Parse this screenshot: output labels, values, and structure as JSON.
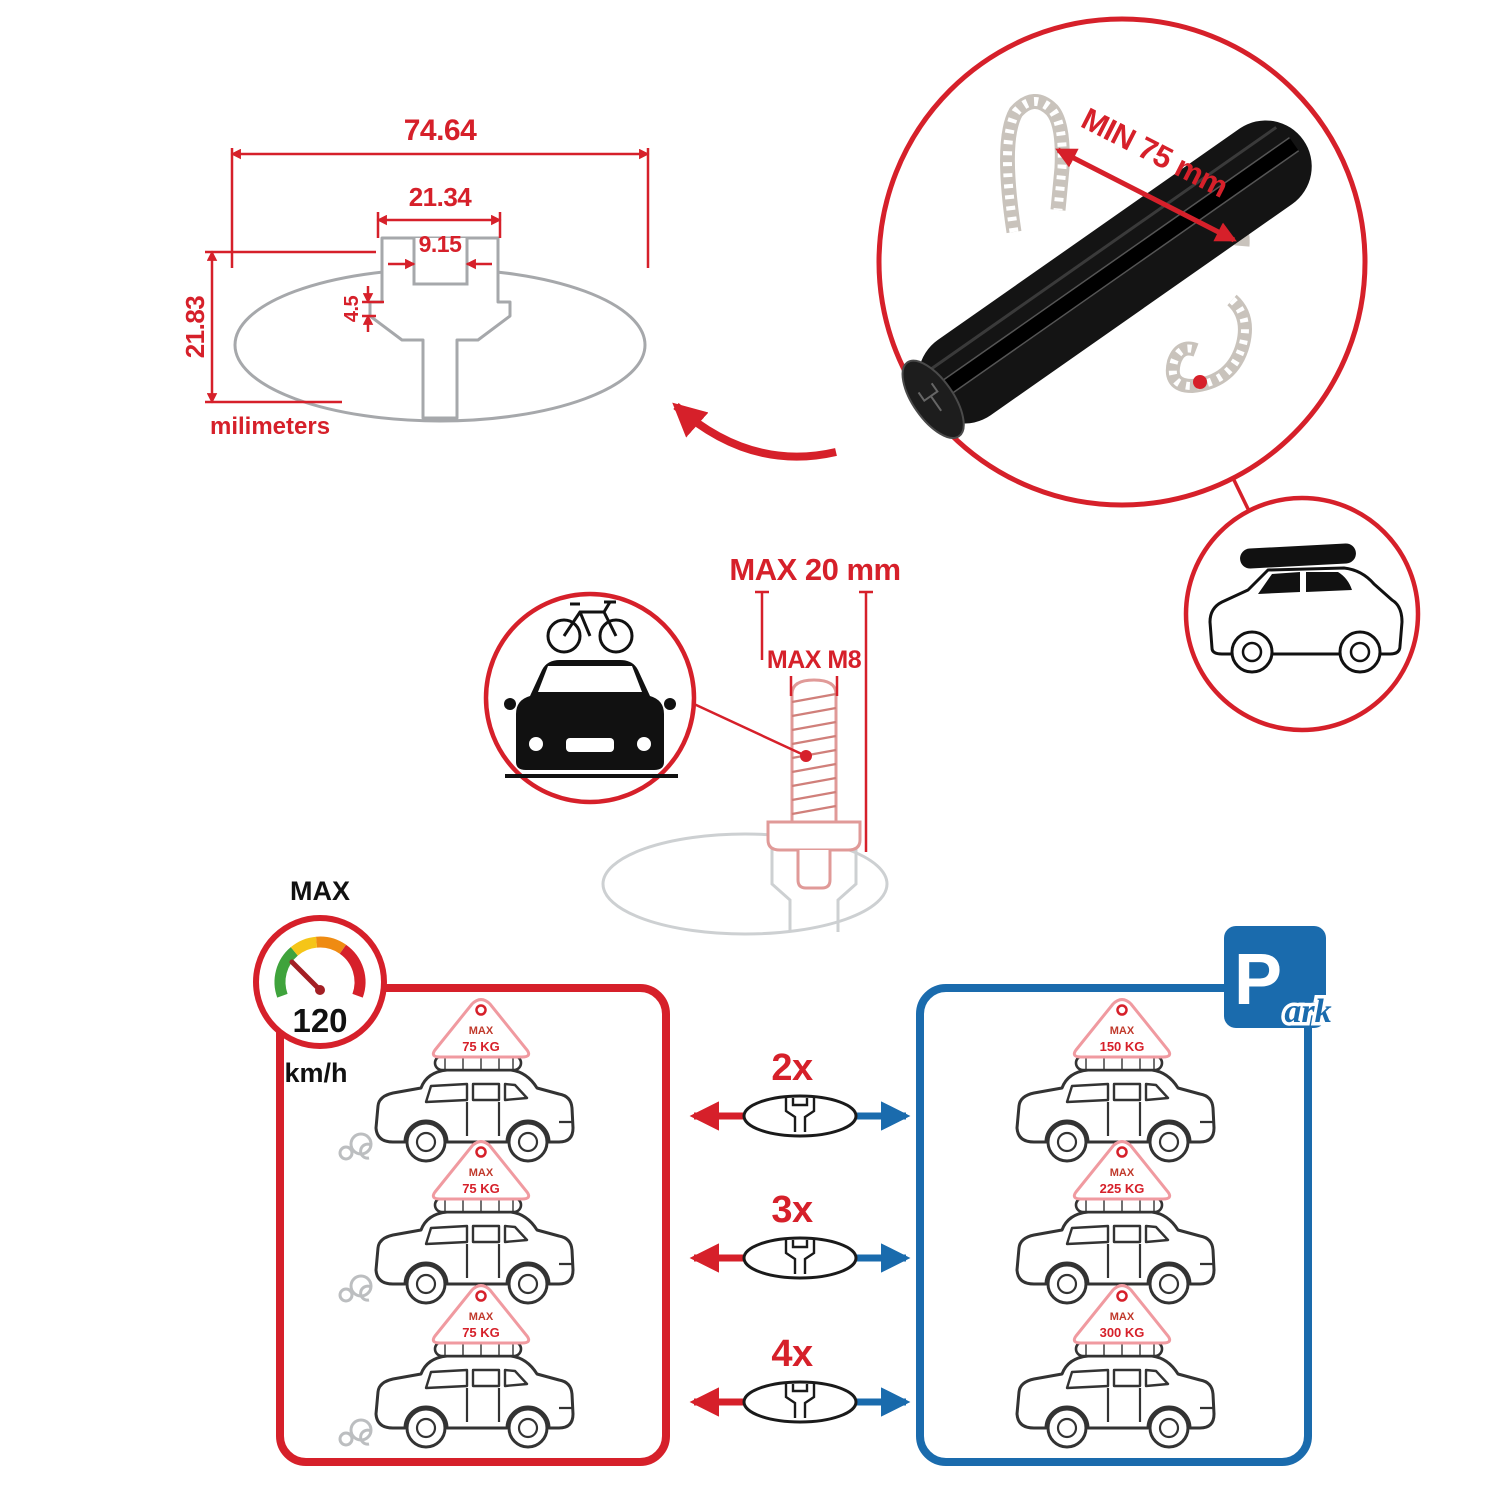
{
  "colors": {
    "accent_red": "#d6202a",
    "accent_blue": "#1a6bad",
    "profile_gray": "#a6a8ab",
    "ghost_gray": "#cdd0d2",
    "bar_black": "#141414"
  },
  "dimension_drawing": {
    "total_width": "74.64",
    "recess_width": "21.34",
    "slot_width": "9.15",
    "lip_height": "4.5",
    "total_height": "21.83",
    "units_label": "milimeters"
  },
  "bar_detail": {
    "min_span_label": "MIN 75 mm"
  },
  "bolt_detail": {
    "max_width_label": "MAX 20 mm",
    "max_thread_label": "MAX M8"
  },
  "speed_limit": {
    "label": "MAX",
    "value": "120",
    "unit": "km/h"
  },
  "park_sign": {
    "letter": "P",
    "suffix": "ark"
  },
  "load_rows": [
    {
      "qty": "2x",
      "left": {
        "max": "MAX",
        "load": "75 KG"
      },
      "right": {
        "max": "MAX",
        "load": "150 KG"
      }
    },
    {
      "qty": "3x",
      "left": {
        "max": "MAX",
        "load": "75 KG"
      },
      "right": {
        "max": "MAX",
        "load": "225 KG"
      }
    },
    {
      "qty": "4x",
      "left": {
        "max": "MAX",
        "load": "75 KG"
      },
      "right": {
        "max": "MAX",
        "load": "300 KG"
      }
    }
  ]
}
